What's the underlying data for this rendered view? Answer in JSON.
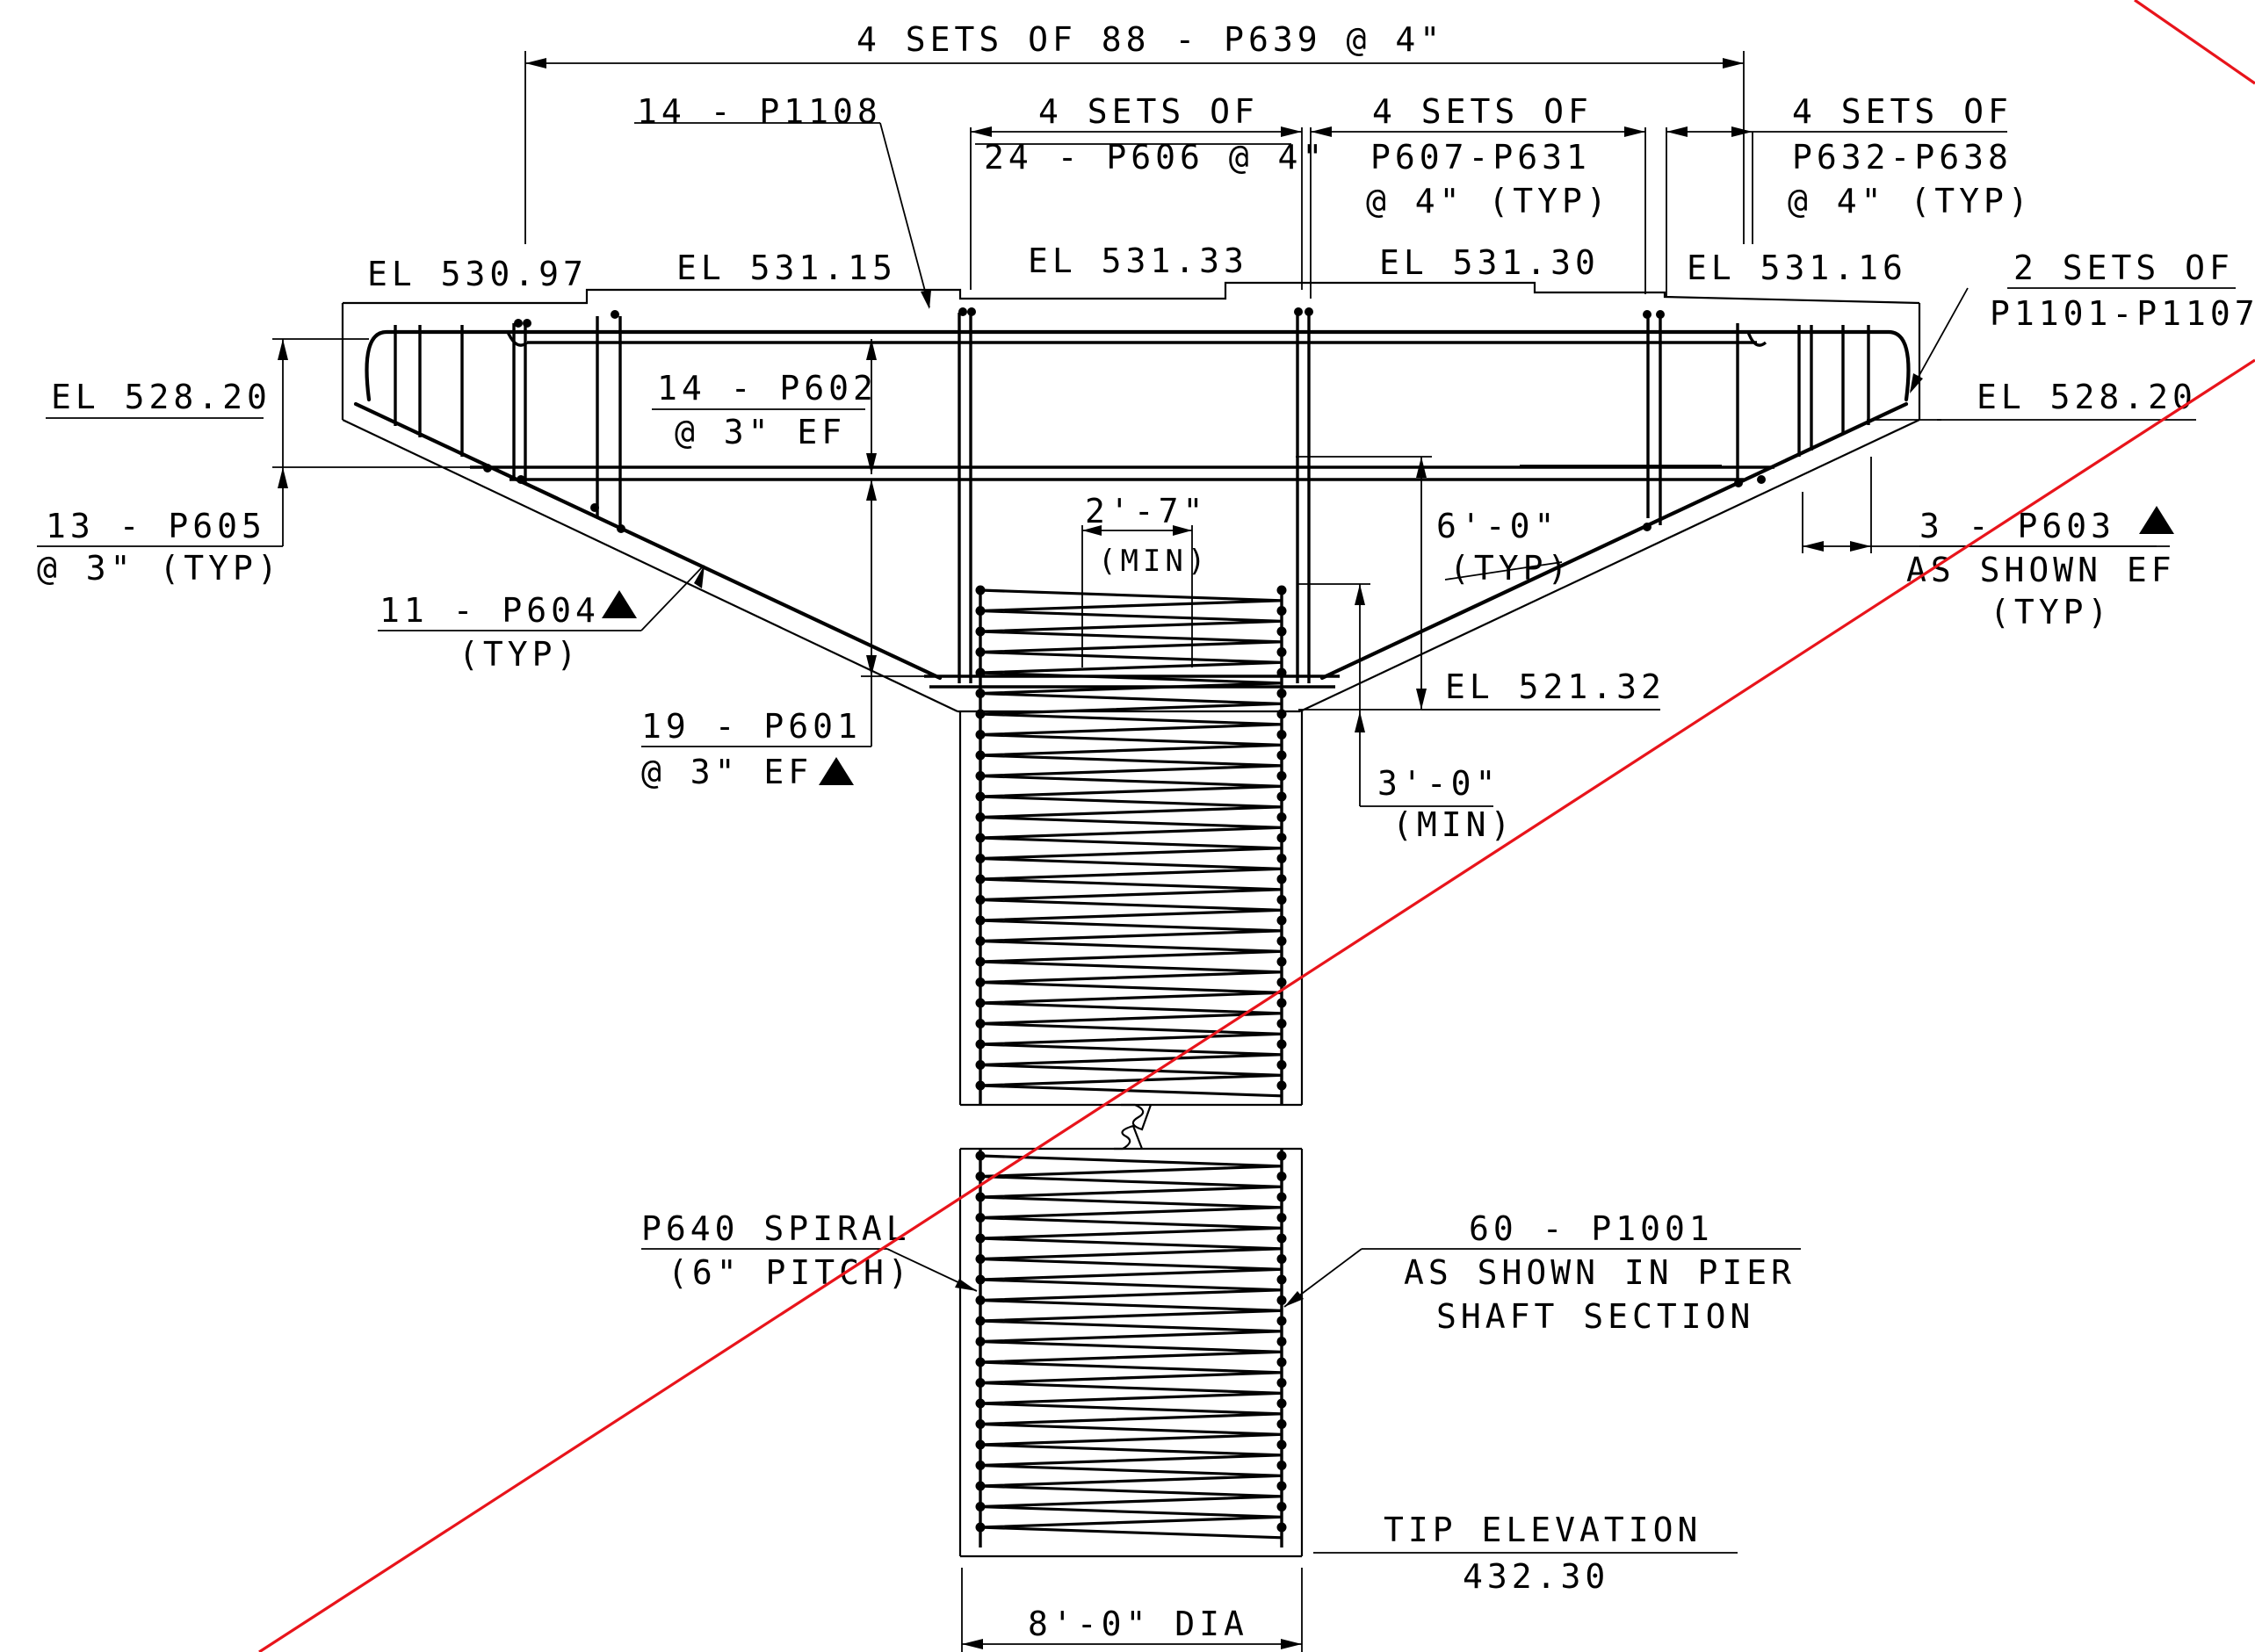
{
  "colors": {
    "ink": "#000000",
    "void_line": "#e8141b",
    "background": "#ffffff"
  },
  "labels": {
    "top_overall": "4 SETS OF 88 - P639 @ 4\"",
    "p1108": "14 - P1108",
    "p606_a": "4 SETS OF",
    "p606_b": "24 - P606 @ 4\"",
    "p607_a": "4 SETS OF",
    "p607_b": "P607-P631",
    "p607_c": "@ 4\" (TYP)",
    "p632_a": "4 SETS OF",
    "p632_b": "P632-P638",
    "p632_c": "@ 4\" (TYP)",
    "el_530_97": "EL 530.97",
    "el_531_15": "EL 531.15",
    "el_531_33": "EL 531.33",
    "el_531_30": "EL 531.30",
    "el_531_16": "EL 531.16",
    "p1101_a": "2 SETS OF",
    "p1101_b": "P1101-P1107",
    "el_528_20_left": "EL 528.20",
    "el_528_20_right": "EL 528.20",
    "p602_a": "14 - P602",
    "p602_b": "@ 3\" EF",
    "p605_a": "13 - P605",
    "p605_b": "@ 3\" (TYP)",
    "dim_2_7_a": "2'-7\"",
    "dim_2_7_b": "(MIN)",
    "dim_6_0_a": "6'-0\"",
    "dim_6_0_b": "(TYP)",
    "p603_a": "3 - P603",
    "p603_b": "AS SHOWN EF",
    "p603_c": "(TYP)",
    "p604_a": "11 - P604",
    "p604_b": "(TYP)",
    "el_521_32": "EL 521.32",
    "p601_a": "19 - P601",
    "p601_b": "@ 3\" EF",
    "dim_3_0_a": "3'-0\"",
    "dim_3_0_b": "(MIN)",
    "p640_a": "P640 SPIRAL",
    "p640_b": "(6\" PITCH)",
    "p1001_a": "60 - P1001",
    "p1001_b": "AS SHOWN IN PIER",
    "p1001_c": "SHAFT SECTION",
    "tip_a": "TIP ELEVATION",
    "tip_b": "432.30",
    "dia": "8'-0\" DIA"
  }
}
